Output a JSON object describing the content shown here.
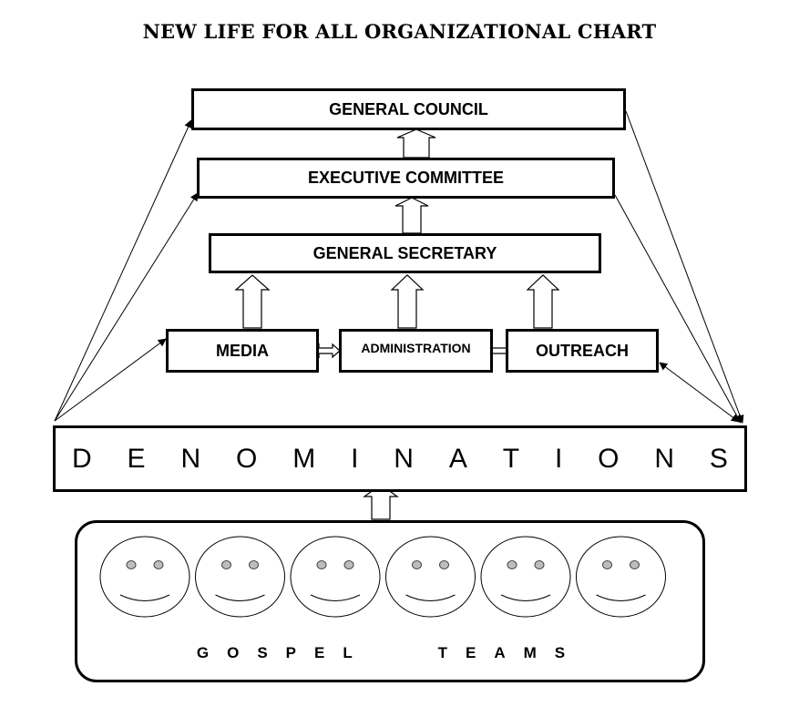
{
  "title": "NEW LIFE FOR ALL ORGANIZATIONAL CHART",
  "boxes": {
    "general_council": "GENERAL COUNCIL",
    "executive_committee": "EXECUTIVE COMMITTEE",
    "general_secretary": "GENERAL SECRETARY",
    "media": "MEDIA",
    "administration": "ADMINISTRATION",
    "outreach": "OUTREACH"
  },
  "denominations": {
    "letters": [
      "D",
      "E",
      "N",
      "O",
      "M",
      "I",
      "N",
      "A",
      "T",
      "I",
      "O",
      "N",
      "S"
    ]
  },
  "gospel_teams": {
    "label": "GOSPEL   TEAMS",
    "face_count": 6
  }
}
